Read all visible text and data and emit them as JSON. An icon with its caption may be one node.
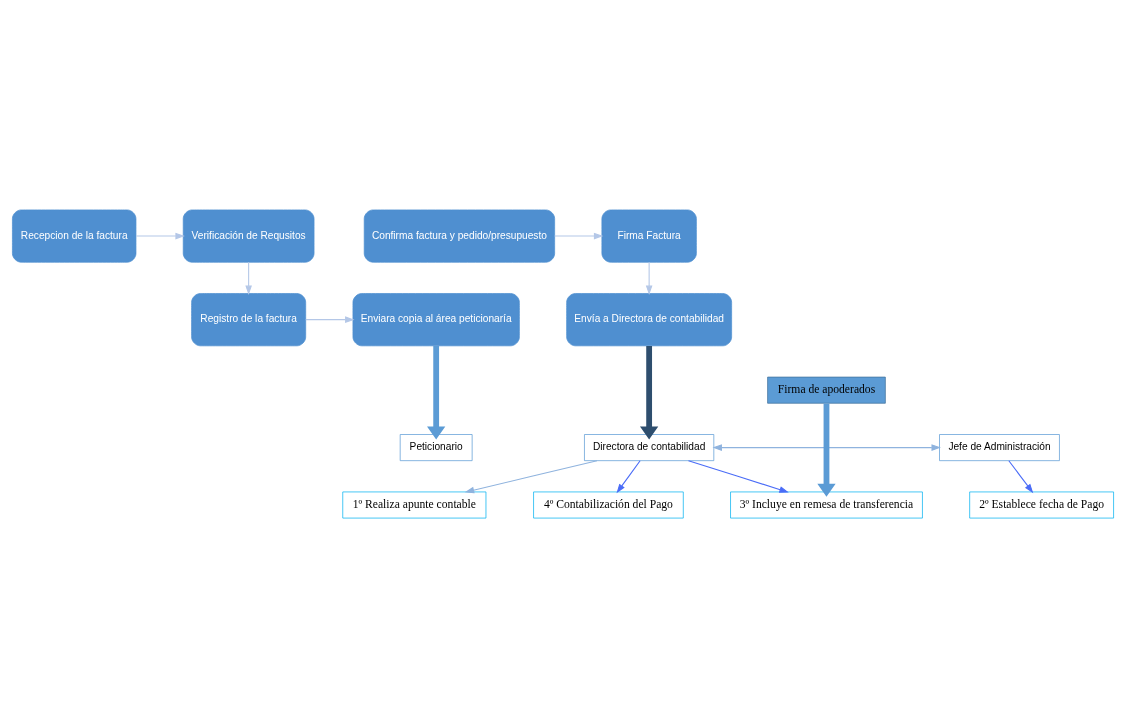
{
  "diagram": {
    "nodes": [
      {
        "text": [
          "Recepcion de la factura"
        ]
      },
      {
        "text": [
          "Verificación de Requsitos"
        ]
      },
      {
        "text": [
          "Registro de la factura"
        ]
      },
      {
        "text": [
          "Enviara copia al área peticionaría"
        ]
      },
      {
        "text": [
          "Peticionario"
        ]
      },
      {
        "text": [
          "Confirma factura y pedido/presupuesto"
        ]
      },
      {
        "text": [
          "Firma Factura"
        ]
      },
      {
        "text": [
          "Envía a Directora de contabilidad"
        ]
      },
      {
        "text": [
          "Directora de contabilidad"
        ]
      },
      {
        "text": [
          "Jefe de Administración"
        ]
      },
      {
        "text": [
          "1º Realiza apunte contable"
        ]
      },
      {
        "text": [
          "2º Establece fecha de Pago"
        ]
      },
      {
        "text": [
          "3º Incluye en remesa de transferencia"
        ]
      },
      {
        "text": [
          "Firma de apoderados"
        ]
      },
      {
        "text": [
          "4º Contabilización del Pago"
        ]
      }
    ],
    "edges": [
      {
        "from": 0,
        "to": 1,
        "arrow": "to"
      },
      {
        "from": 1,
        "to": 2,
        "arrow": "to"
      },
      {
        "from": 2,
        "to": 3,
        "arrow": "to"
      },
      {
        "from": 3,
        "to": 4,
        "arrow": "to",
        "style": "thick",
        "color": "#5b9bd5"
      },
      {
        "from": 5,
        "to": 6,
        "arrow": "to"
      },
      {
        "from": 6,
        "to": 7,
        "arrow": "to"
      },
      {
        "from": 7,
        "to": 8,
        "arrow": "to",
        "style": "thick",
        "color": "#2e4e6e"
      },
      {
        "from": 8,
        "to": 9,
        "arrow": "both",
        "color": "#8fb3de"
      },
      {
        "from": 8,
        "to": 10,
        "arrow": "to",
        "color": "#8fb3de"
      },
      {
        "from": 9,
        "to": 11,
        "arrow": "to",
        "color": "#4a6cf7"
      },
      {
        "from": 8,
        "to": 12,
        "arrow": "to",
        "color": "#4a6cf7"
      },
      {
        "from": 8,
        "to": 14,
        "arrow": "to",
        "color": "#4a6cf7"
      },
      {
        "from": 13,
        "to": 12,
        "arrow": "to",
        "style": "thick",
        "color": "#5b9bd5"
      }
    ]
  }
}
